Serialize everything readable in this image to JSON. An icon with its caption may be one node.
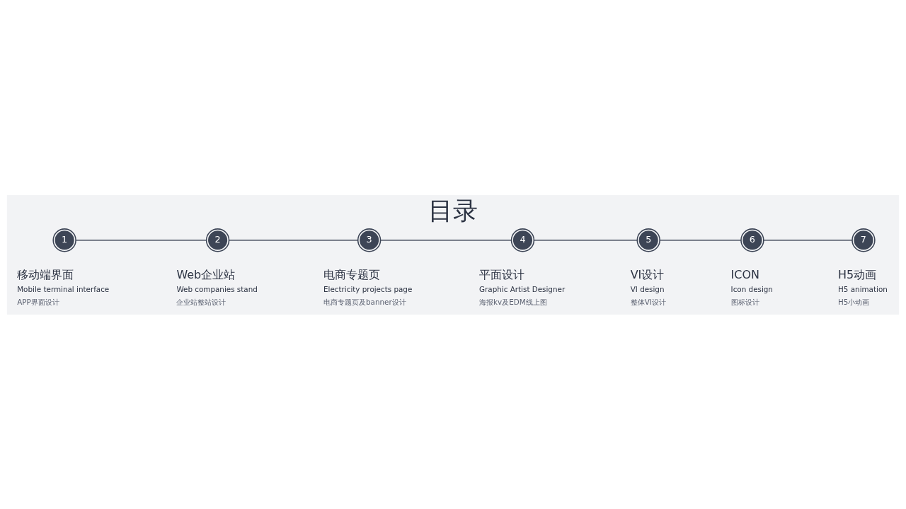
{
  "diagram": {
    "title": "目录",
    "nodes": [
      {
        "text": [
          "1"
        ],
        "beside": [
          "移动端界面",
          "Mobile terminal interface",
          "APP界面设计"
        ]
      },
      {
        "text": [
          "2"
        ],
        "beside": [
          "Web企业站",
          "Web companies stand",
          "企业站整站设计"
        ]
      },
      {
        "text": [
          "3"
        ],
        "beside": [
          "电商专题页",
          "Electricity projects page",
          "电商专题页及banner设计"
        ]
      },
      {
        "text": [
          "4"
        ],
        "beside": [
          "平面设计",
          "Graphic Artist Designer",
          "海报kv及EDM线上图"
        ]
      },
      {
        "text": [
          "5"
        ],
        "beside": [
          "VI设计",
          "VI design",
          "整体VI设计"
        ]
      },
      {
        "text": [
          "6"
        ],
        "beside": [
          "ICON",
          "Icon design",
          "图标设计"
        ]
      },
      {
        "text": [
          "7"
        ],
        "beside": [
          "H5动画",
          "H5 animation",
          "H5小动画"
        ]
      }
    ],
    "edges": [
      {
        "from": 0,
        "to": 1,
        "arrow": "none"
      },
      {
        "from": 1,
        "to": 2,
        "arrow": "none"
      },
      {
        "from": 2,
        "to": 3,
        "arrow": "none"
      },
      {
        "from": 3,
        "to": 4,
        "arrow": "none"
      },
      {
        "from": 4,
        "to": 5,
        "arrow": "none"
      },
      {
        "from": 5,
        "to": 6,
        "arrow": "none"
      }
    ]
  }
}
